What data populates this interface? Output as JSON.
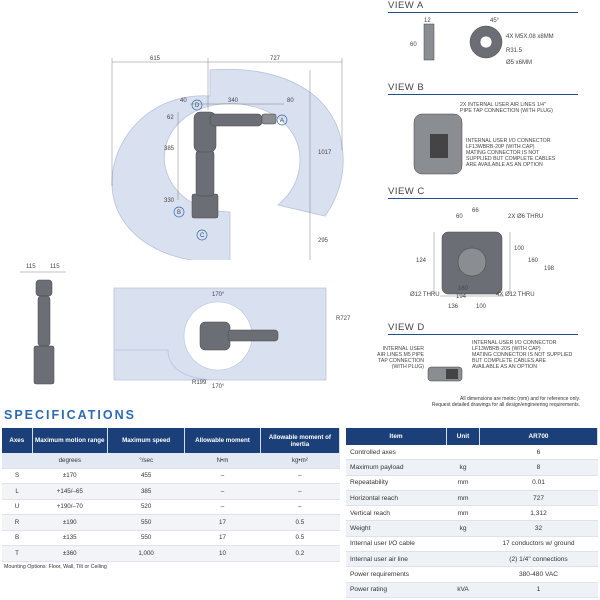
{
  "drawing": {
    "side_dims": [
      "615",
      "727",
      "40",
      "340",
      "80",
      "62",
      "385",
      "330",
      "1017",
      "295"
    ],
    "side_labels": [
      "A",
      "B",
      "C",
      "D"
    ],
    "front_dims": [
      "115",
      "115"
    ],
    "top_dims": [
      "170°",
      "170°",
      "R727",
      "R199"
    ]
  },
  "views": {
    "a": {
      "title": "VIEW A",
      "dims": [
        "12",
        "60",
        "45°"
      ],
      "notes": [
        "4X M5X.08 x8MM",
        "R31.5",
        "Ø5 x6MM"
      ]
    },
    "b": {
      "title": "VIEW B",
      "notes": [
        "2X INTERNAL USER AIR LINES 1/4\"",
        "PIPE TAP CONNECTION (WITH PLUG)",
        "INTERNAL USER I/O CONNECTOR",
        "LF13WBRB-20P (WITH CAP)",
        "MATING CONNECTOR IS NOT",
        "SUPPLIED BUT COMPLETE CABLES",
        "ARE AVAILABLE AS AN OPTION"
      ]
    },
    "c": {
      "title": "VIEW C",
      "dims": [
        "60",
        "66",
        "2X Ø6 THRU",
        "124",
        "100",
        "160",
        "198",
        "Ø12 THRU",
        "160",
        "194",
        "4X Ø12 THRU",
        "136",
        "100"
      ]
    },
    "d": {
      "title": "VIEW D",
      "notes_left": [
        "INTERNAL USER",
        "AIR LINES M5 PIPE",
        "TAP CONNECTION",
        "(WITH PLUG)"
      ],
      "notes_right": [
        "INTERNAL USER I/O CONNECTOR",
        "LF13WBRB-20S (WITH CAP)",
        "MATING CONNECTOR IS NOT SUPPLIED",
        "BUT COMPLETE CABLES ARE",
        "AVAILABLE AS AN OPTION"
      ]
    }
  },
  "footnote": [
    "All dimensions are metric (mm) and for reference only.",
    "Request detailed drawings for all design/engineering requirements."
  ],
  "specs_title": "SPECIFICATIONS",
  "axes_table": {
    "headers": [
      "Axes",
      "Maximum motion range",
      "Maximum speed",
      "Allowable moment",
      "Allowable moment of inertia"
    ],
    "units": [
      "",
      "degrees",
      "°/sec",
      "N•m",
      "kg•m²"
    ],
    "rows": [
      [
        "S",
        "±170",
        "455",
        "–",
        "–"
      ],
      [
        "L",
        "+145/–65",
        "385",
        "–",
        "–"
      ],
      [
        "U",
        "+190/–70",
        "520",
        "–",
        "–"
      ],
      [
        "R",
        "±190",
        "550",
        "17",
        "0.5"
      ],
      [
        "B",
        "±135",
        "550",
        "17",
        "0.5"
      ],
      [
        "T",
        "±360",
        "1,000",
        "10",
        "0.2"
      ]
    ]
  },
  "mounting": "Mounting Options: Floor, Wall, Tilt or Ceiling",
  "spec_table": {
    "headers": [
      "Item",
      "Unit",
      "AR700"
    ],
    "rows": [
      [
        "Controlled axes",
        "",
        "6"
      ],
      [
        "Maximum payload",
        "kg",
        "8"
      ],
      [
        "Repeatability",
        "mm",
        "0.01"
      ],
      [
        "Horizontal reach",
        "mm",
        "727"
      ],
      [
        "Vertical reach",
        "mm",
        "1,312"
      ],
      [
        "Weight",
        "kg",
        "32"
      ],
      [
        "Internal user I/O cable",
        "",
        "17 conductors w/ ground"
      ],
      [
        "Internal user air line",
        "",
        "(2) 1/4\" connections"
      ],
      [
        "Power requirements",
        "",
        "380-480 VAC"
      ],
      [
        "Power rating",
        "kVA",
        "1"
      ]
    ]
  },
  "colors": {
    "header_navy": "#1b3f78",
    "title_blue": "#2e69b4",
    "envelope": "#d9e0f0",
    "robot": "#6b6e74"
  }
}
